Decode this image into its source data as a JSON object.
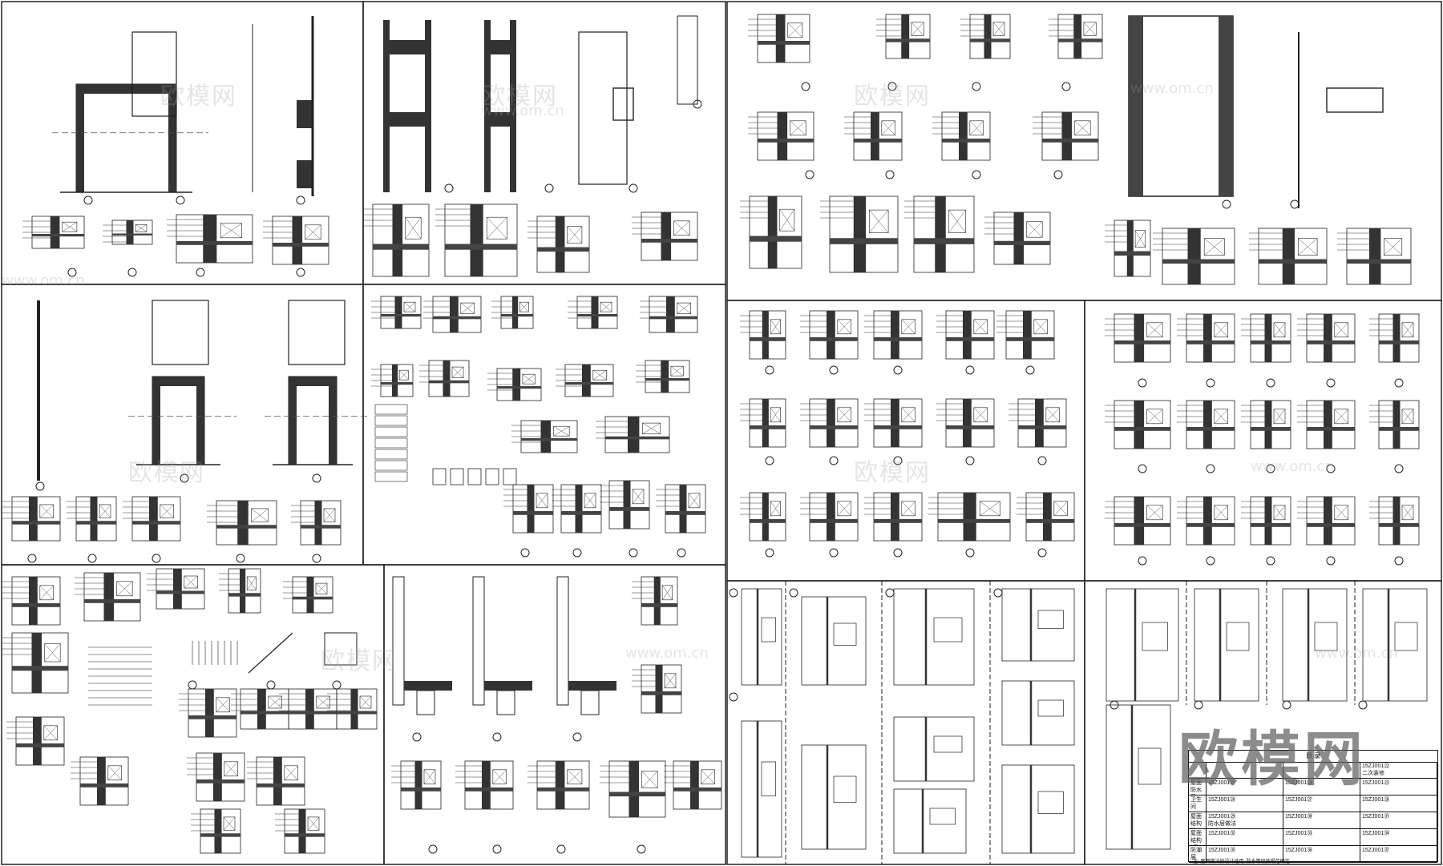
{
  "sheet": {
    "watermark_text": "欧模网",
    "watermark_url": "www.om.cn",
    "logo_text": "欧模网"
  },
  "index_table": {
    "title": "目 录",
    "rows": [
      [
        "",
        "",
        "",
        "15ZJ001㉒\n二次装修"
      ],
      [
        "屋面\n防水层",
        "15ZJ001㉓",
        "15ZJ001㉔",
        "15ZJ001㉕"
      ],
      [
        "卫生间",
        "15ZJ001㉖",
        "15ZJ001㉗",
        "15ZJ001㉘"
      ],
      [
        "屋面结构\n防水层",
        "15ZJ001㉙\n防水层做法",
        "15ZJ001㉚",
        "15ZJ001㉛"
      ],
      [
        "屋面结构\n(保温)",
        "15ZJ001㉜",
        "15ZJ001㉝",
        "15ZJ001㉞"
      ],
      [
        "防潮层",
        "15ZJ001㉟",
        "15ZJ001㊱",
        "15ZJ001㊲"
      ]
    ]
  },
  "footer_note": "注: 屋面做法按设计选用, 防水等级按规范确定"
}
